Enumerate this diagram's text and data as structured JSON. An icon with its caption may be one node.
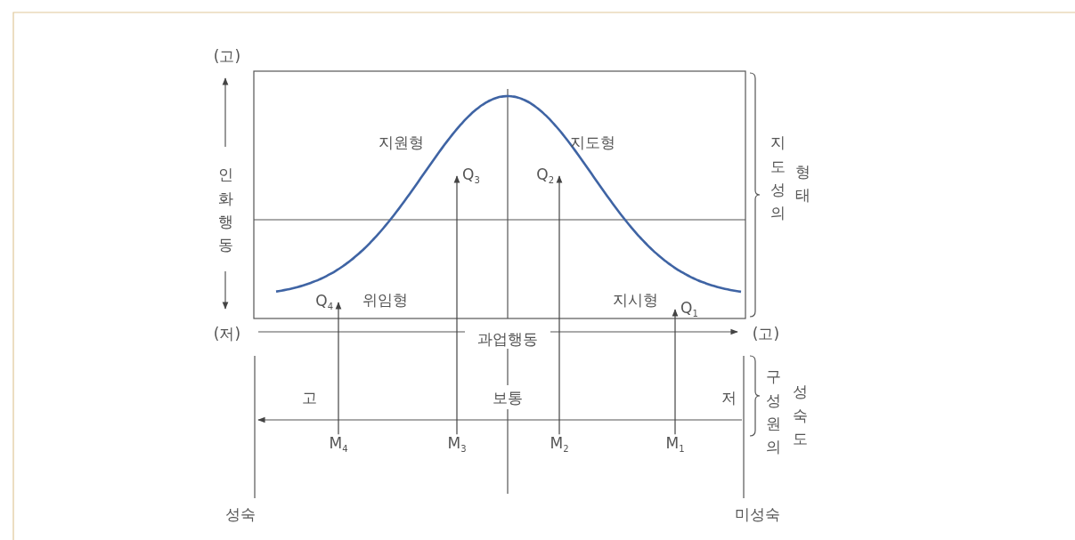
{
  "diagram": {
    "nodes": [
      {
        "text": [
          "Q$_{3}$"
        ]
      },
      {
        "text": [
          "Q$_{2}$"
        ]
      },
      {
        "text": [
          "Q$_{4}$"
        ]
      },
      {
        "text": [
          "Q$_{1}$"
        ]
      },
      {
        "text": [
          "M$_{4}$"
        ]
      },
      {
        "text": [
          "M$_{3}$"
        ]
      },
      {
        "text": [
          "M$_{2}$"
        ]
      },
      {
        "text": [
          "M$_{1}$"
        ]
      }
    ],
    "edges": [
      {
        "from": 4,
        "to": 2,
        "arrow": "to"
      },
      {
        "from": 5,
        "to": 0,
        "arrow": "to"
      },
      {
        "from": 6,
        "to": 1,
        "arrow": "to"
      },
      {
        "from": 7,
        "to": 3,
        "arrow": "to"
      }
    ],
    "labels": [
      "(고)",
      "인화행동",
      "지원형",
      "지도형",
      "지도성의",
      "형태",
      "위임형",
      "지시형",
      "(저)",
      "과업행동",
      "(고)",
      "고",
      "보통",
      "저",
      "구성원의",
      "성숙도",
      "성숙",
      "미성숙"
    ]
  }
}
